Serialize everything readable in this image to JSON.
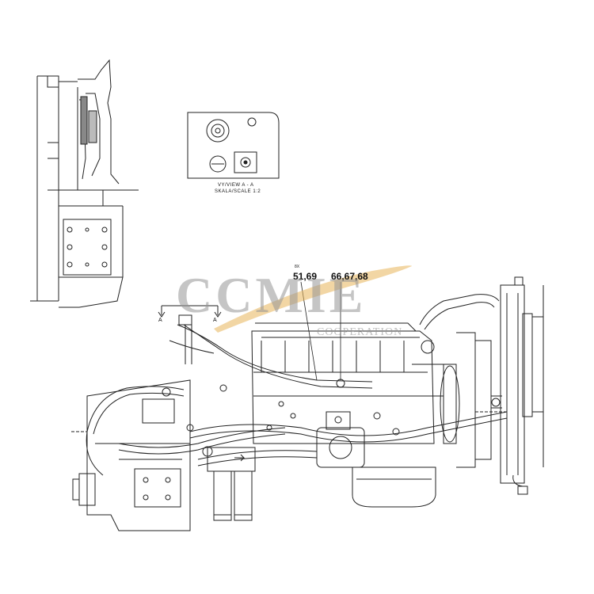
{
  "drawing": {
    "view_title": "VY/VIEW A - A",
    "view_scale": "SKALA/SCALE 1:2",
    "small_tag": "8X",
    "callout_left": "51,69",
    "callout_right": "66,67,68",
    "section_mark_left": "A",
    "section_mark_right": "A"
  },
  "watermark": {
    "brand": "CCMIE",
    "tagline": "COOPERATION",
    "swoosh_color": "#e8b45a"
  }
}
